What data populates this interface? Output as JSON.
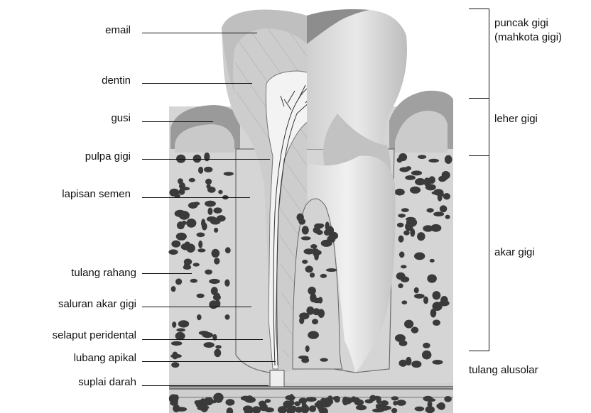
{
  "labels_left": {
    "email": "email",
    "dentin": "dentin",
    "gusi": "gusi",
    "pulpa": "pulpa gigi",
    "semen": "lapisan semen",
    "rahang": "tulang rahang",
    "saluran": "saluran akar gigi",
    "peridental": "selaput peridental",
    "apikal": "lubang apikal",
    "darah": "suplai darah"
  },
  "labels_right": {
    "puncak_line1": "puncak gigi",
    "puncak_line2": "(mahkota gigi)",
    "leher": "leher gigi",
    "akar": "akar gigi",
    "alveolar": "tulang alusolar"
  },
  "colors": {
    "bone": "#d9d9d9",
    "bone_holes": "#3a3a3a",
    "gum": "#9a9a9a",
    "enamel": "#d6d6d6",
    "dentin": "#c7c7c7",
    "pulp": "#f2f2f2",
    "outer_tooth": "#e6e6e6",
    "shadow": "#7d7d7d"
  }
}
